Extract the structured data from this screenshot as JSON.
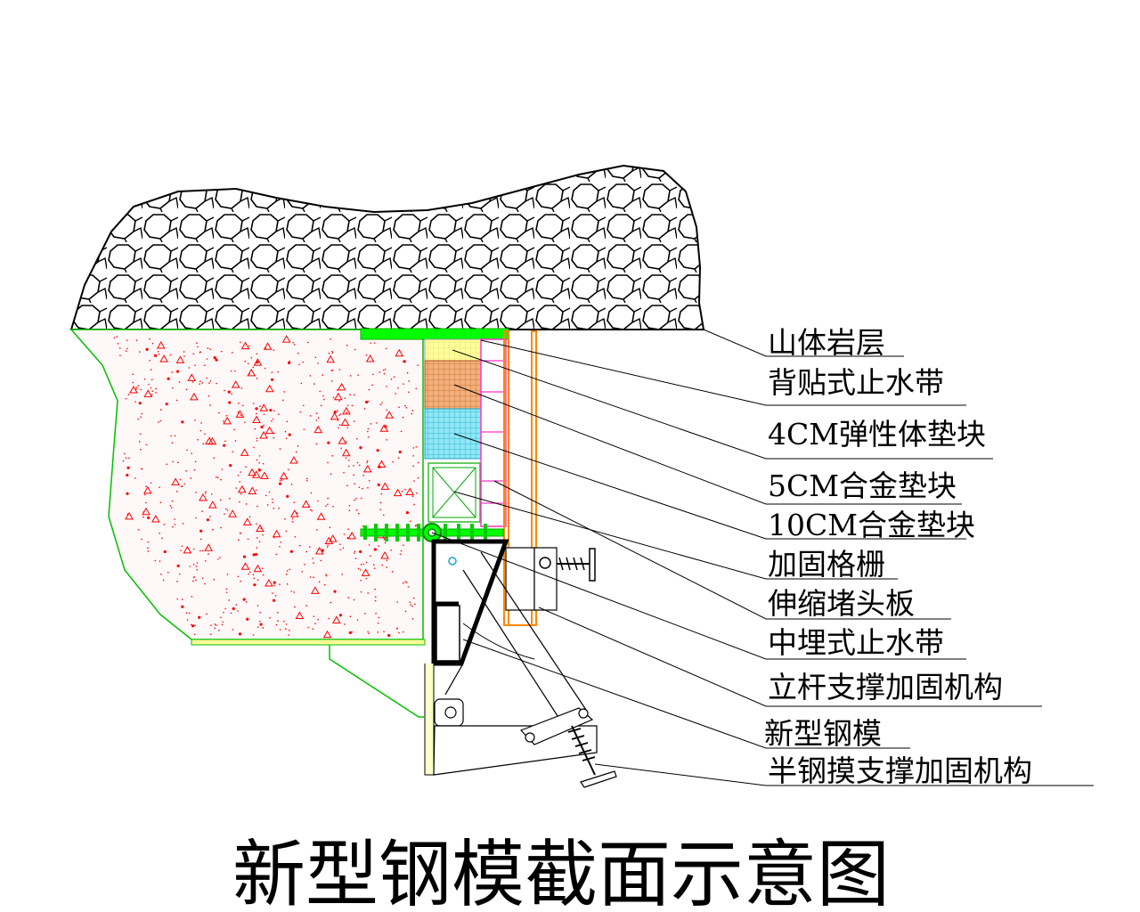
{
  "title": "新型钢模截面示意图",
  "labels": [
    "山体岩层",
    "背贴式止水带",
    "4CM弹性体垫块",
    "5CM合金垫块",
    "10CM合金垫块",
    "加固格栅",
    "伸缩堵头板",
    "中埋式止水带",
    "立杆支撑加固机构",
    "新型钢模",
    "半钢摸支撑加固机构"
  ],
  "colors": {
    "concrete_outline": "#00c000",
    "waterstop": "#00ff00",
    "concrete_dots": "#ff0000",
    "elastomer_block": "#ffff99",
    "alloy_5cm": "#e07b39",
    "alloy_10cm": "#33ccee",
    "grid_pink": "#ff33cc",
    "plate_orange": "#ff8800",
    "steel_form": "#000000"
  }
}
